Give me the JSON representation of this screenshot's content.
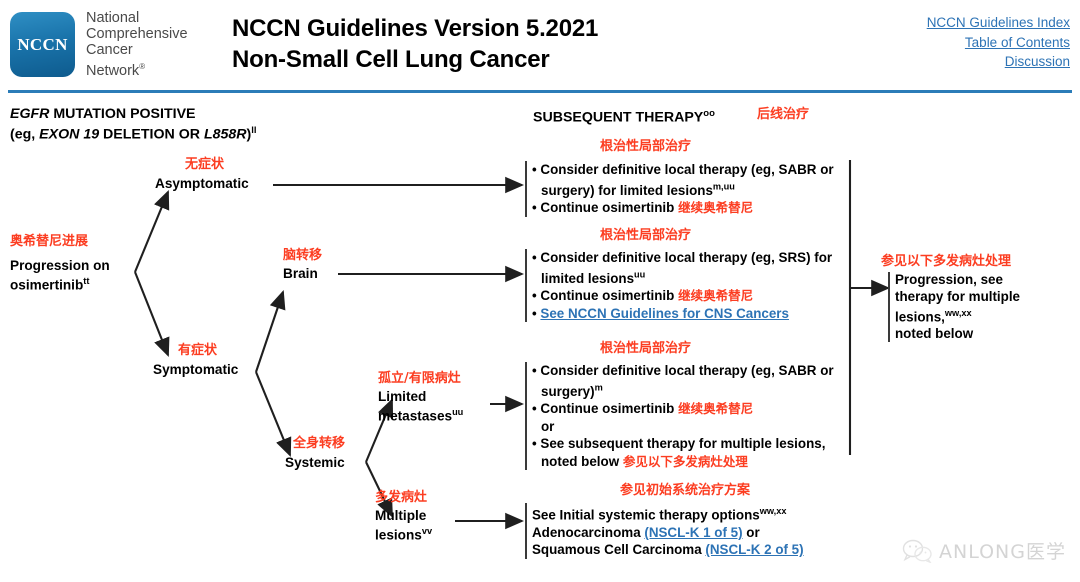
{
  "header": {
    "logo_abbrev": "NCCN",
    "logo_words_html": "National<br>Comprehensive<br>Cancer<br>Network<sup>&reg;</sup>",
    "title_line1": "NCCN Guidelines Version 5.2021",
    "title_line2": "Non-Small Cell Lung Cancer",
    "links": [
      "NCCN Guidelines Index",
      "Table of Contents",
      "Discussion"
    ],
    "rule_color": "#2b7cb8"
  },
  "columns": {
    "left_heading_html": "<em>EGFR</em> MUTATION POSITIVE<br>(eg, <em>EXON 19</em> DELETION OR <em>L858R</em>)<sup>ll</sup>",
    "right_heading_html": "SUBSEQUENT THERAPY<sup>oo</sup>",
    "right_heading_cn": "后线治疗"
  },
  "nodes": {
    "progression_cn": "奥希替尼进展",
    "progression_html": "Progression on<br>osimertinib<sup>tt</sup>",
    "asymptomatic_cn": "无症状",
    "asymptomatic": "Asymptomatic",
    "symptomatic_cn": "有症状",
    "symptomatic": "Symptomatic",
    "brain_cn": "脑转移",
    "brain": "Brain",
    "limited_cn": "孤立/有限病灶",
    "limited_html": "Limited<br>metastases<sup>uu</sup>",
    "systemic_cn": "全身转移",
    "systemic": "Systemic",
    "multiple_cn": "多发病灶",
    "multiple_html": "Multiple<br>lesions<sup>vv</sup>"
  },
  "boxes": {
    "box1": {
      "cn_title": "根治性局部治疗",
      "items_html": [
        "Consider definitive local therapy (eg, SABR or surgery) for limited lesions<sup>m,uu</sup>",
        "Continue osimertinib <span class=\"cn-inline\">继续奥希替尼</span>"
      ]
    },
    "box2": {
      "cn_title": "根治性局部治疗",
      "items_html": [
        "Consider definitive local therapy (eg, SRS) for limited lesions<sup>uu</sup>",
        "Continue osimertinib <span class=\"cn-inline\">继续奥希替尼</span>",
        "<a class=\"blue-link\">See NCCN Guidelines for CNS Cancers</a>"
      ]
    },
    "box3": {
      "cn_title": "根治性局部治疗",
      "items_html": [
        "Consider definitive local therapy (eg, SABR or surgery)<sup>m</sup>",
        "Continue osimertinib <span class=\"cn-inline\">继续奥希替尼</span><br>or",
        "See subsequent therapy for multiple lesions, noted below <span class=\"cn-inline\">参见以下多发病灶处理</span>"
      ]
    },
    "box4": {
      "cn_title": "参见初始系统治疗方案",
      "lines_html": [
        "See Initial systemic therapy options<sup>ww,xx</sup>",
        "Adenocarcinoma <a class=\"blue-link\">(NSCL-K 1 of 5)</a> or",
        "Squamous Cell Carcinoma <a class=\"blue-link\">(NSCL-K 2 of 5)</a>"
      ]
    },
    "box_right": {
      "cn_title": "参见以下多发病灶处理",
      "text_html": "Progression, see<br>therapy for multiple<br>lesions,<sup>ww,xx</sup><br>noted below"
    }
  },
  "watermark": {
    "text": "ANLONG医学",
    "icon": "wechat-icon"
  },
  "colors": {
    "accent_blue": "#2d73b5",
    "annotation_red": "#fc3d21",
    "rule_blue": "#2b7cb8",
    "text_black": "#000000"
  }
}
